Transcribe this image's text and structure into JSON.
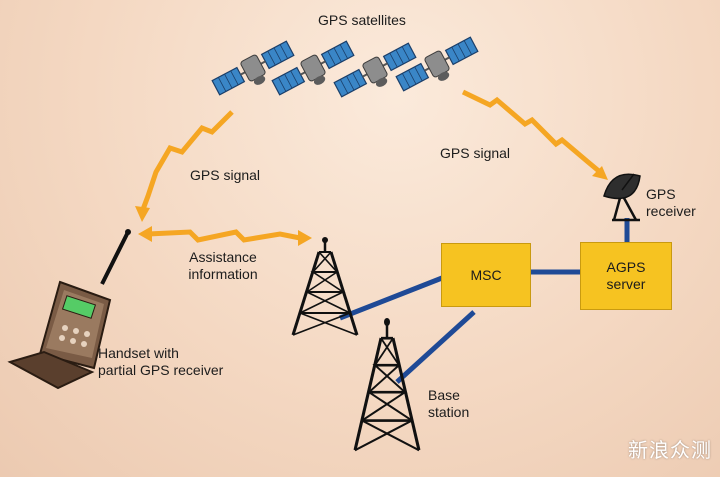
{
  "labels": {
    "gps_satellites": "GPS satellites",
    "gps_signal_left": "GPS signal",
    "gps_signal_right": "GPS signal",
    "assistance_info": [
      "Assistance",
      "information"
    ],
    "handset": [
      "Handset with",
      "partial GPS receiver"
    ],
    "gps_receiver": [
      "GPS",
      "receiver"
    ],
    "base_station": [
      "Base",
      "station"
    ]
  },
  "nodes": {
    "msc": "MSC",
    "agps_server": [
      "AGPS",
      "server"
    ]
  },
  "watermark": "新浪众测",
  "colors": {
    "background": "#f4d8c2",
    "node_fill": "#f6c321",
    "link": "#1f4a96",
    "signal": "#f5a623"
  }
}
